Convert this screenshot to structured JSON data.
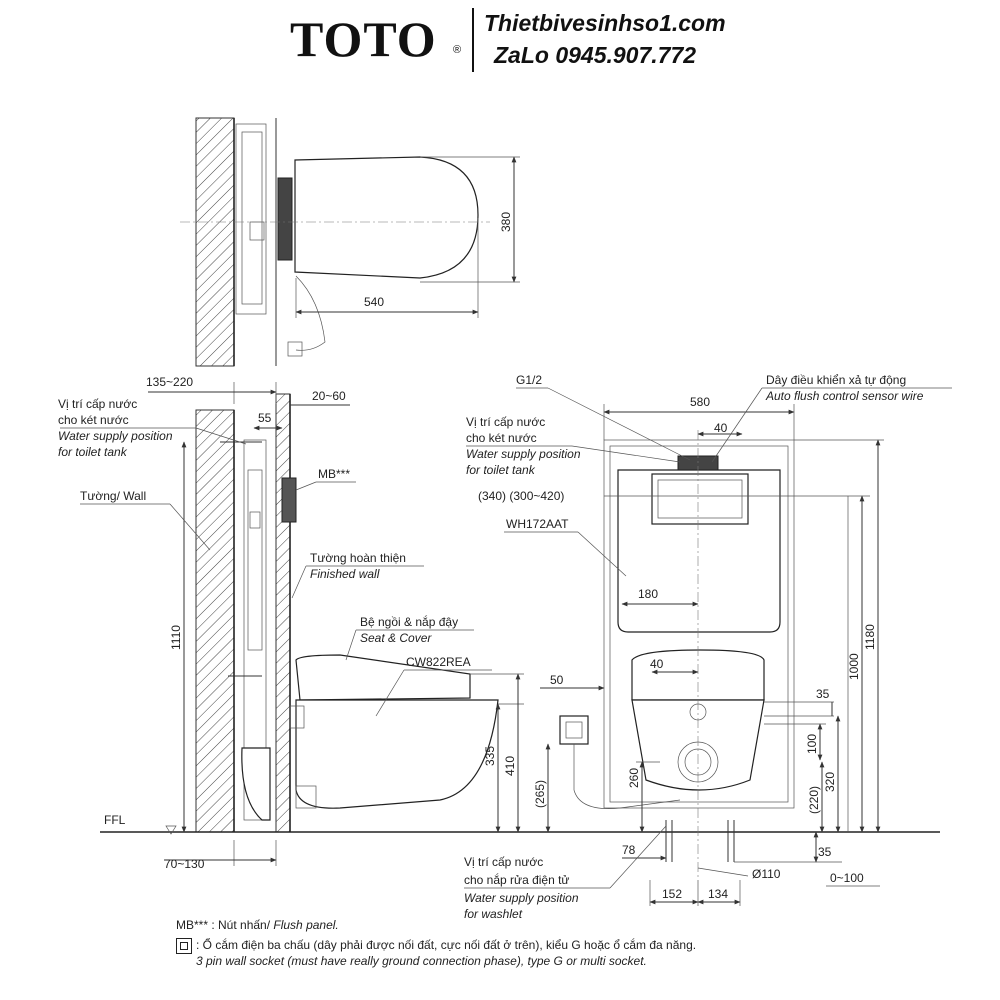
{
  "header": {
    "brand": "TOTO",
    "registered": "®",
    "website": "Thietbivesinhso1.com",
    "contact": "ZaLo 0945.907.772"
  },
  "top_view": {
    "dim_depth": "540",
    "dim_width": "380"
  },
  "side_view": {
    "dim_wall_depth": "135~220",
    "dim_front": "20~60",
    "dim_55": "55",
    "dim_height_frame": "1110",
    "dim_335": "335",
    "dim_410": "410",
    "dim_bottom": "70~130",
    "label_water_tank_vi_1": "Vị trí cấp nước",
    "label_water_tank_vi_2": "cho két nước",
    "label_water_tank_en_1": "Water supply position",
    "label_water_tank_en_2": "for toilet tank",
    "label_mb": "MB***",
    "label_wall": "Tường/ Wall",
    "label_finished_vi": "Tường hoàn thiện",
    "label_finished_en": "Finished wall",
    "label_seat_vi": "Bệ ngồi & nắp đậy",
    "label_seat_en": "Seat & Cover",
    "label_model_bowl": "CW822REA",
    "label_ffl": "FFL"
  },
  "front_view": {
    "label_g12": "G1/2",
    "label_sensor_vi": "Dây điều khiển xả tự động",
    "label_sensor_en": "Auto flush control sensor wire",
    "label_water_tank_vi_1": "Vị trí cấp nước",
    "label_water_tank_vi_2": "cho két nước",
    "label_water_tank_en_1": "Water supply position",
    "label_water_tank_en_2": "for toilet tank",
    "dim_580": "580",
    "dim_40_top": "40",
    "dim_340": "(340) (300~420)",
    "label_frame_model": "WH172AAT",
    "dim_180": "180",
    "dim_40_mid": "40",
    "dim_50": "50",
    "dim_35_mid": "35",
    "dim_1000": "1000",
    "dim_1180": "1180",
    "dim_100": "100",
    "dim_320": "320",
    "dim_220": "(220)",
    "dim_260": "260",
    "dim_265": "(265)",
    "dim_78": "78",
    "dim_35_bottom": "35",
    "dim_110": "Ø110",
    "dim_0_100": "0~100",
    "dim_152": "152",
    "dim_134": "134",
    "label_washlet_vi_1": "Vị trí cấp nước",
    "label_washlet_vi_2": "cho nắp rửa điện tử",
    "label_washlet_en_1": "Water supply position",
    "label_washlet_en_2": "for washlet"
  },
  "legend": {
    "mb_line_key": "MB***",
    "mb_line_vi": " : Nút nhấn/ ",
    "mb_line_en": "Flush panel.",
    "socket_line_vi": ": Ổ cắm điện ba chấu (dây phải được nối đất, cực nối đất ở trên), kiểu G hoặc ổ cắm đa năng.",
    "socket_line_en": "3 pin wall socket (must have really ground connection phase), type G or multi socket."
  }
}
